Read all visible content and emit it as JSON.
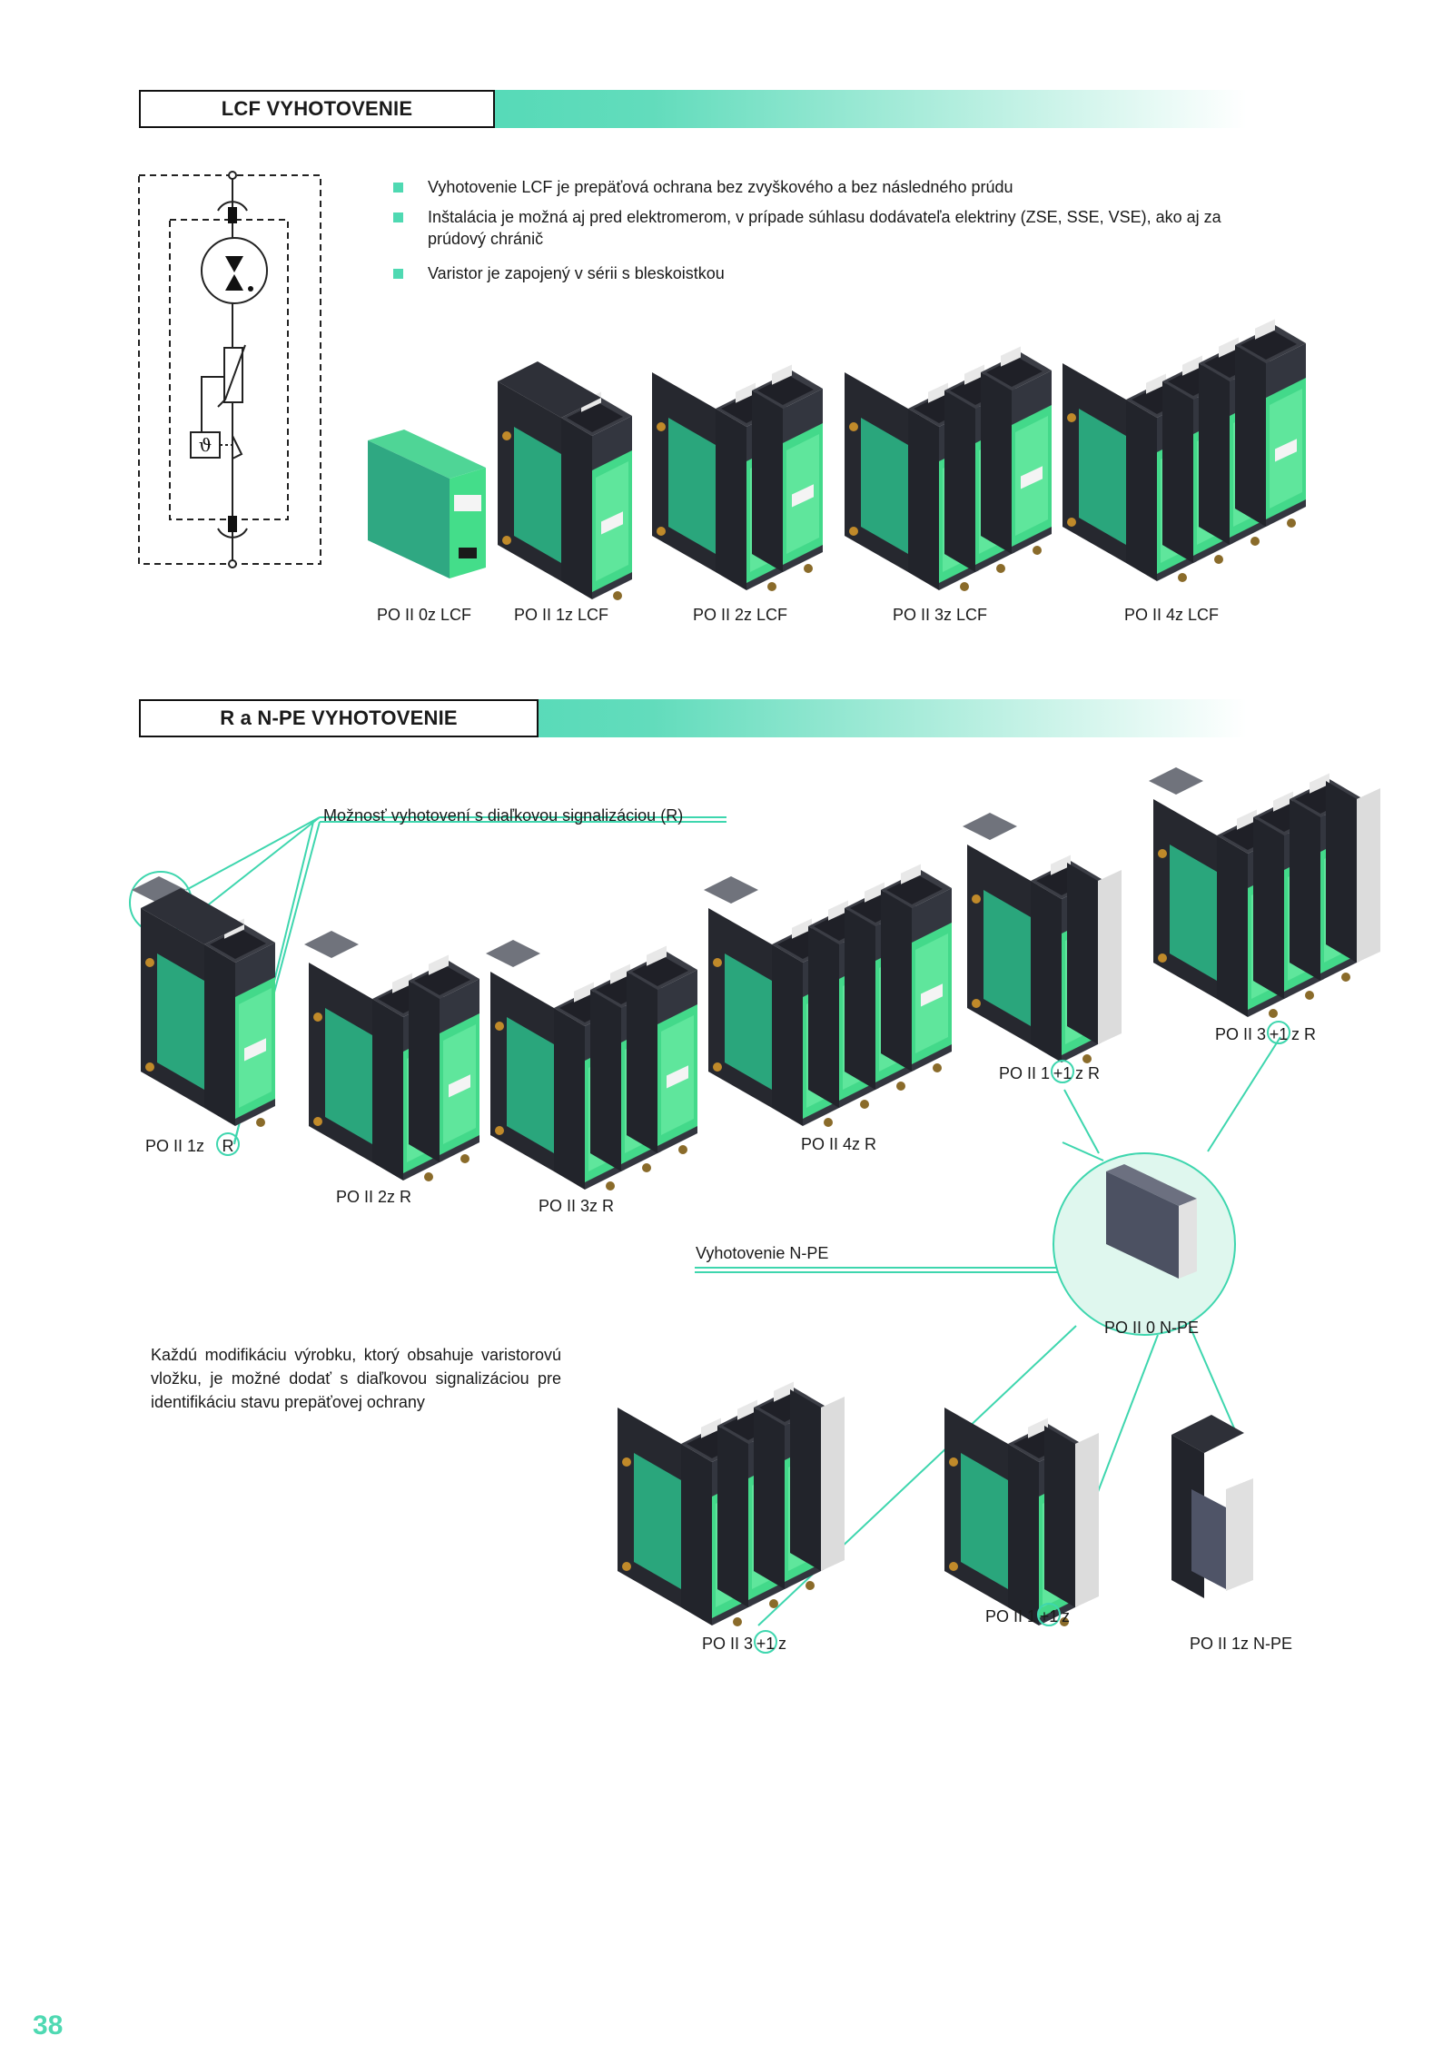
{
  "section1": {
    "title": "LCF VYHOTOVENIE",
    "bullets": [
      "Vyhotovenie LCF je prepäťová ochrana bez zvyškového a bez následného prúdu",
      "Inštalácia je možná aj pred elektromerom, v prípade súhlasu dodávateľa elektriny (ZSE, SSE, VSE), ako aj za prúdový chránič",
      "Varistor je zapojený v sérii s bleskoistkou"
    ],
    "products": [
      "PO II 0z LCF",
      "PO II 1z LCF",
      "PO II 2z LCF",
      "PO II 3z LCF",
      "PO II 4z LCF"
    ]
  },
  "section2": {
    "title": "R a N-PE VYHOTOVENIE",
    "remote_label": "Možnosť vyhotovení s diaľkovou signalizáciou (R)",
    "npe_label": "Vyhotovenie N-PE",
    "paragraph": "Každú modifikáciu výrobku, ktorý obsahuje varistorovú vložku, je možné dodať s diaľkovou signalizáciou pre identifikáciu stavu prepäťovej ochrany",
    "products": {
      "p1z_r_pre": "PO II 1z",
      "p1z_r_ring": "R",
      "p2z_r": "PO II 2z R",
      "p3z_r": "PO II 3z R",
      "p4z_r": "PO II 4z R",
      "p11z_r_pre": "PO II 1",
      "p11z_r_ring": "+1",
      "p11z_r_post": "z R",
      "p31z_r_pre": "PO II 3",
      "p31z_r_ring": "+1",
      "p31z_r_post": "z R",
      "p0_npe": "PO II 0  N-PE",
      "p31z_pre": "PO II 3",
      "p31z_ring": "+1",
      "p31z_post": "z",
      "p11z_pre": "PO II 1",
      "p11z_ring": "+1",
      "p11z_post": "z",
      "p1z_npe": "PO II 1z N-PE"
    }
  },
  "page_number": "38",
  "colors": {
    "accent": "#3ed6ae",
    "module_green": "#2ea882",
    "module_light": "#4fe08f",
    "housing": "#2b2d35"
  }
}
